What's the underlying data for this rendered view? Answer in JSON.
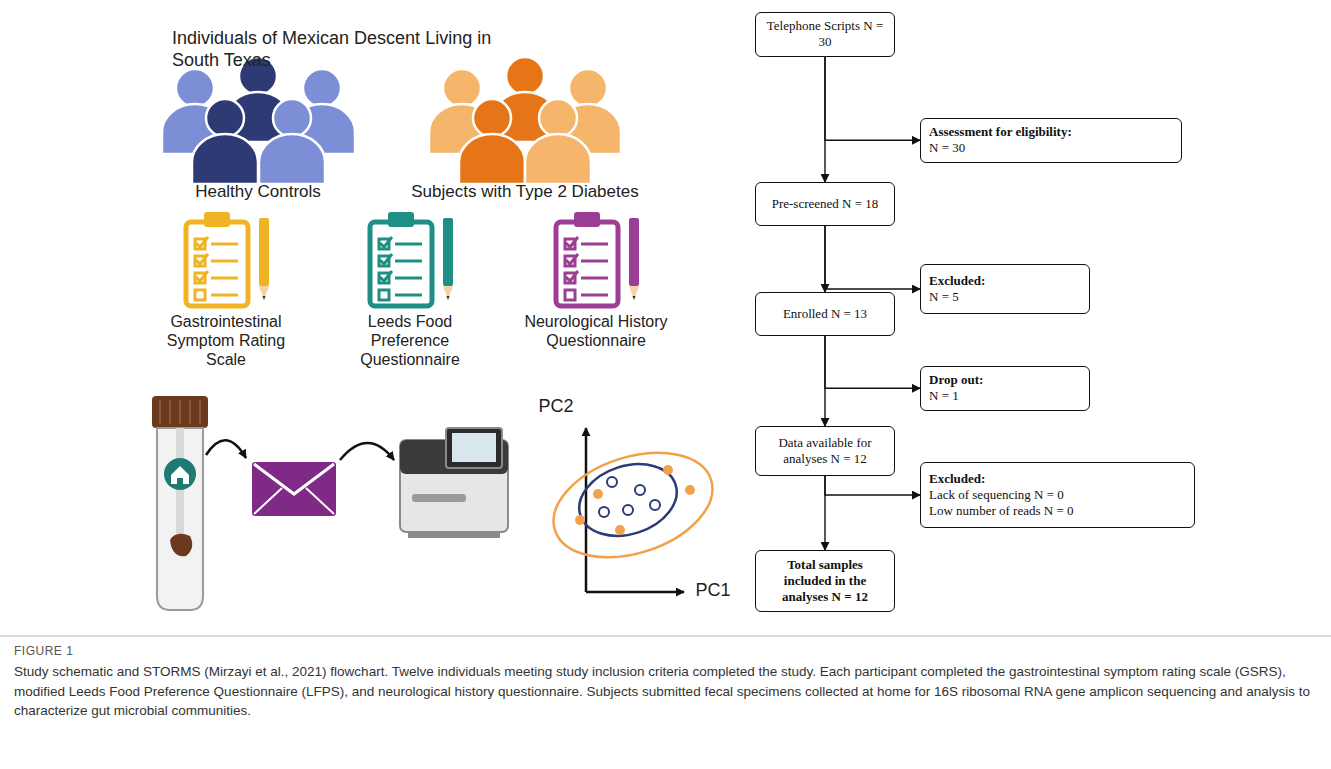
{
  "diagram": {
    "caption": "Study schematic and STORMS (Mirzayi et al., 2021) flowchart. Twelve individuals meeting study inclusion criteria completed the study. Each participant completed the gastrointestinal symptom rating scale (GSRS), modified Leeds Food Preference Questionnaire (LFPS), and neurological history questionnaire. Subjects submitted fecal specimens collected at home for 16S ribosomal RNA gene amplicon sequencing and analysis to characterize gut microbial communities.",
    "nodes": [
      {
        "text": [
          "Telephone Scripts N = 30"
        ]
      },
      {
        "text": [
          "Assessment for eligibility:",
          "N = 30"
        ]
      },
      {
        "text": [
          "Pre-screened N = 18"
        ]
      },
      {
        "text": [
          "Excluded:",
          "N = 5"
        ]
      },
      {
        "text": [
          "Enrolled N = 13"
        ]
      },
      {
        "text": [
          "Drop out:",
          "N = 1"
        ]
      },
      {
        "text": [
          "Data available for analyses N = 12"
        ]
      },
      {
        "text": [
          "Excluded:",
          "Lack of sequencing N = 0",
          "Low number of reads N = 0"
        ]
      },
      {
        "text": [
          "Total samples included in the analyses N = 12"
        ]
      }
    ],
    "edges": [
      {
        "from": 0,
        "to": 2,
        "arrow": "to"
      },
      {
        "from": 0,
        "to": 1,
        "arrow": "to"
      },
      {
        "from": 2,
        "to": 4,
        "arrow": "to"
      },
      {
        "from": 2,
        "to": 3,
        "arrow": "to"
      },
      {
        "from": 4,
        "to": 6,
        "arrow": "to"
      },
      {
        "from": 4,
        "to": 5,
        "arrow": "to"
      },
      {
        "from": 6,
        "to": 8,
        "arrow": "to"
      },
      {
        "from": 6,
        "to": 7,
        "arrow": "to"
      }
    ],
    "labels": [
      "Individuals of Mexican Descent Living in South Texas",
      "Healthy Controls",
      "Subjects with Type 2 Diabetes",
      "Gastrointestinal Symptom Rating Scale",
      "Leeds Food Preference Questionnaire",
      "Neurological History Questionnaire",
      "PC2",
      "PC1",
      "FIGURE 1"
    ]
  }
}
